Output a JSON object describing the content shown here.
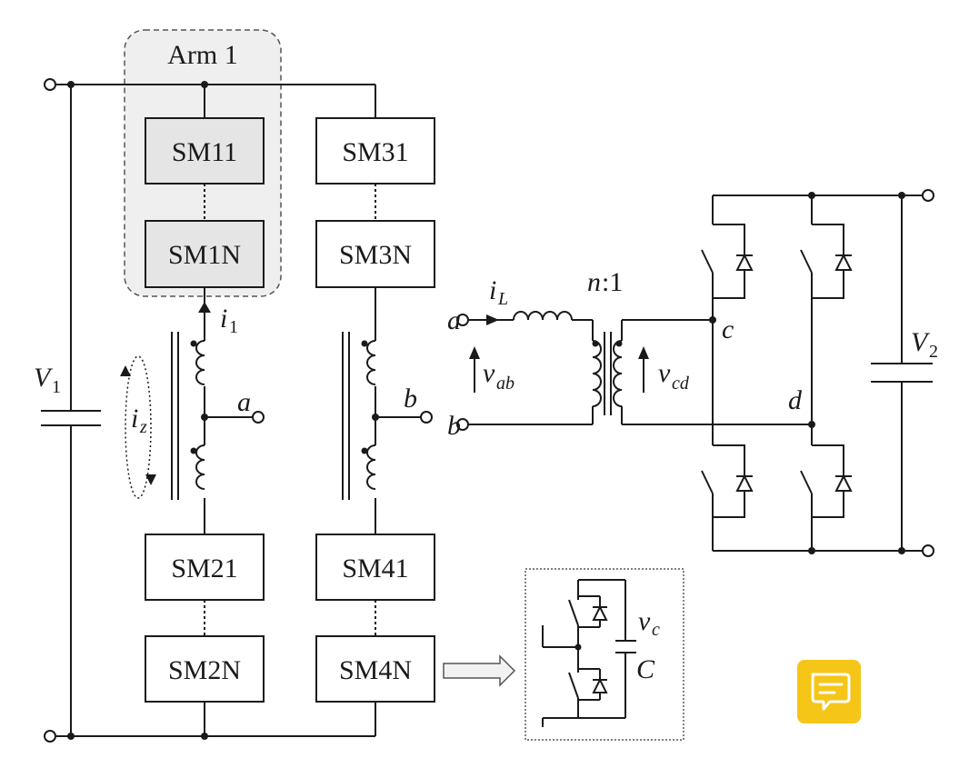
{
  "arm_label": "Arm 1",
  "modules": {
    "sm11": "SM11",
    "sm1n": "SM1N",
    "sm31": "SM31",
    "sm3n": "SM3N",
    "sm21": "SM21",
    "sm2n": "SM2N",
    "sm41": "SM41",
    "sm4n": "SM4N"
  },
  "labels": {
    "v1": "V",
    "v1_sub": "1",
    "iz": "i",
    "iz_sub": "z",
    "i1": "i",
    "i1_sub": "1",
    "node_a": "a",
    "node_b": "b",
    "il": "i",
    "il_sub": "L",
    "ratio_n": "n",
    "ratio_rest": ":1",
    "in_a": "a",
    "in_b": "b",
    "vab": "v",
    "vab_sub": "ab",
    "vcd": "v",
    "vcd_sub": "cd",
    "node_c": "c",
    "node_d": "d",
    "v2": "V",
    "v2_sub": "2",
    "vc": "v",
    "vc_sub": "c",
    "cap_c": "C"
  },
  "colors": {
    "line": "#1a1a1a",
    "arm_fill": "#e5e5e5",
    "chat_button": "#f5c518"
  },
  "icons": {
    "chat": "chat-bubble-icon"
  }
}
